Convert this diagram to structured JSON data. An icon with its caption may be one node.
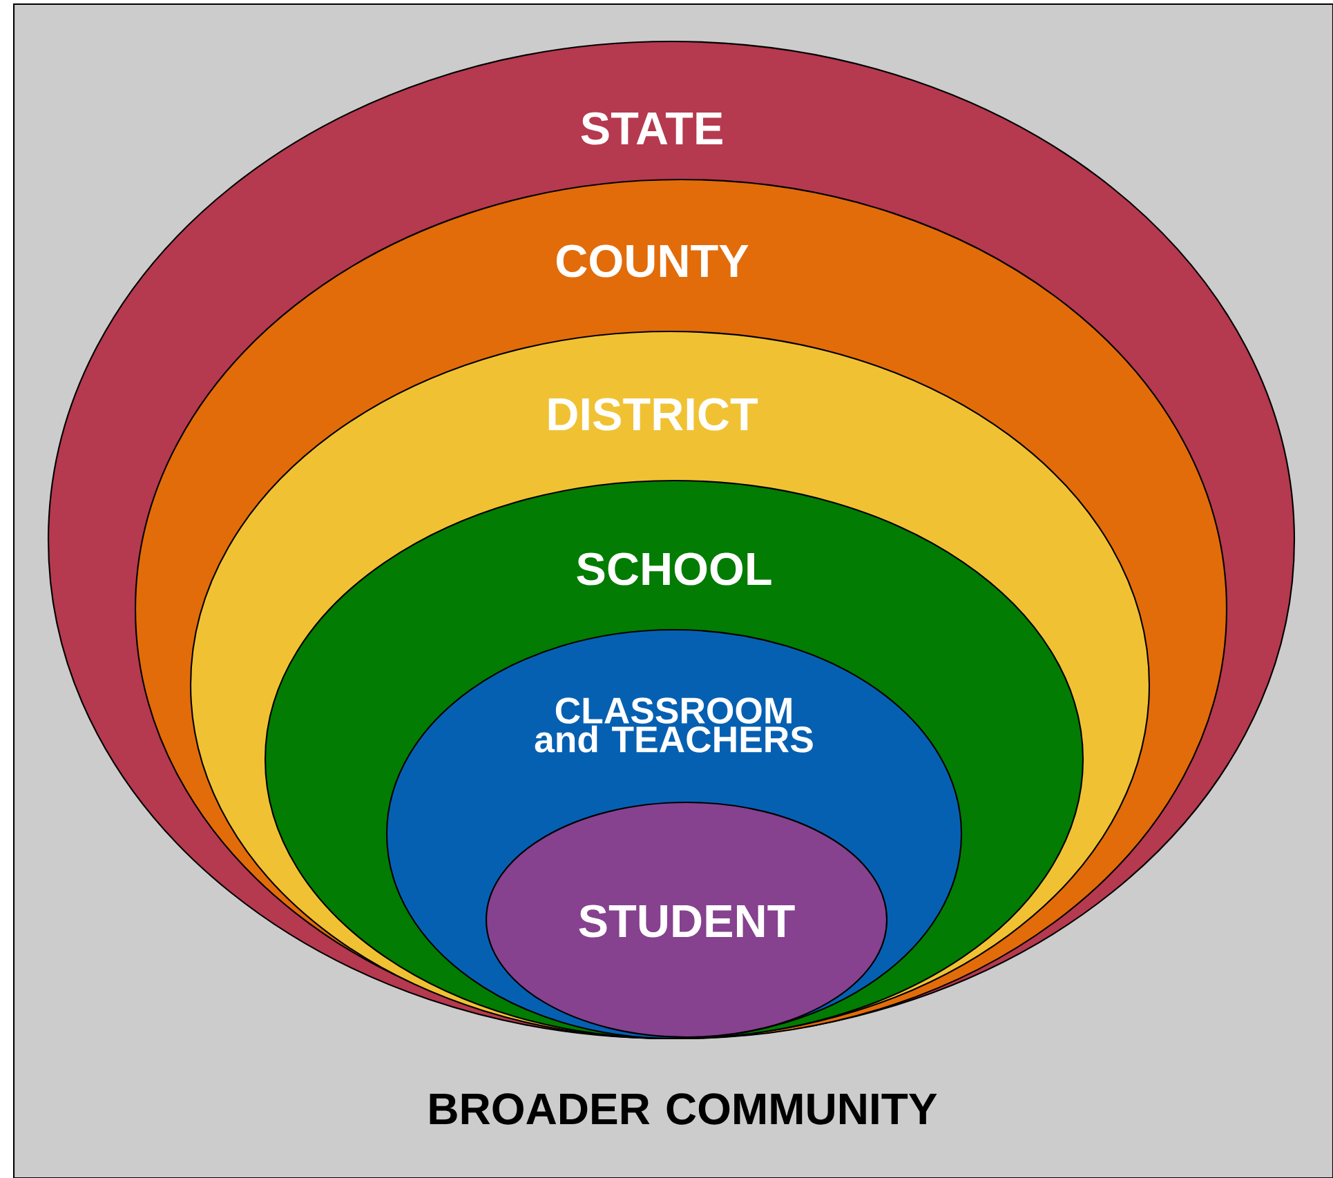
{
  "diagram": {
    "nodes": [
      {
        "text": [
          "BROADER COMMUNITY"
        ]
      },
      {
        "text": [
          "STATE"
        ],
        "in": 0
      },
      {
        "text": [
          "COUNTY"
        ],
        "in": 1
      },
      {
        "text": [
          "DISTRICT"
        ],
        "in": 2
      },
      {
        "text": [
          "SCHOOL"
        ],
        "in": 3
      },
      {
        "text": [
          "CLASSROOM and TEACHERS"
        ],
        "in": 4
      },
      {
        "text": [
          "STUDENT"
        ],
        "in": 5
      }
    ]
  }
}
